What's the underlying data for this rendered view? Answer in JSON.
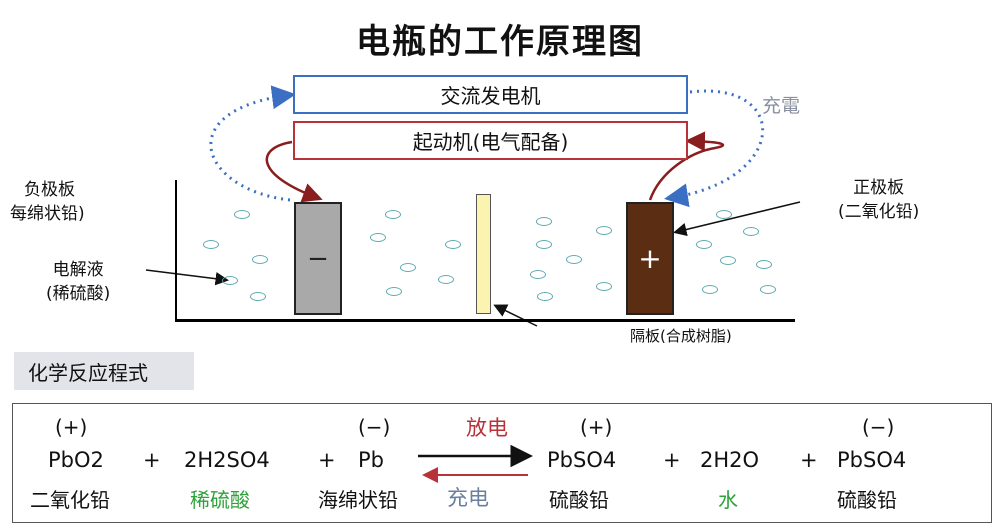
{
  "title": "电瓶的工作原理图",
  "boxes": {
    "generator": "交流发电机",
    "starter": "起动机(电气配备)"
  },
  "labels": {
    "charge": "充電",
    "negative_plate_1": "负极板",
    "negative_plate_2": "每绵状铅)",
    "positive_plate_1": "正极板",
    "positive_plate_2": "(二氧化铅)",
    "electrolyte_1": "电解液",
    "electrolyte_2": "(稀硫酸)",
    "separator": "隔板(合成树脂)"
  },
  "electrodes": {
    "negative_sign": "−",
    "positive_sign": "+"
  },
  "reaction_heading": "化学反应程式",
  "equation": {
    "reactants": [
      {
        "charge": "(+)",
        "formula": "PbO2",
        "name": "二氧化铅"
      },
      {
        "formula": "2H2SO4",
        "name": "稀硫酸"
      },
      {
        "charge": "(−)",
        "formula": "Pb",
        "name": "海绵状铅"
      }
    ],
    "products": [
      {
        "charge": "(+)",
        "formula": "PbSO4",
        "name": "硫酸铅"
      },
      {
        "formula": "2H2O",
        "name": "水"
      },
      {
        "charge": "(−)",
        "formula": "PbSO4",
        "name": "硫酸铅"
      }
    ],
    "plus": "+",
    "discharge": "放电",
    "charge": "充电"
  },
  "colors": {
    "generator_border": "#3a6fc4",
    "starter_border": "#b8323a",
    "negative_plate": "#a9a9a9",
    "positive_plate": "#5b2d12",
    "separator_fill": "#fbf4b0",
    "bubble": "#5ca8b0",
    "electrolyte_name": "#2ea23a",
    "discharge_text": "#b8323a",
    "charge_text": "#6a7fa0"
  }
}
